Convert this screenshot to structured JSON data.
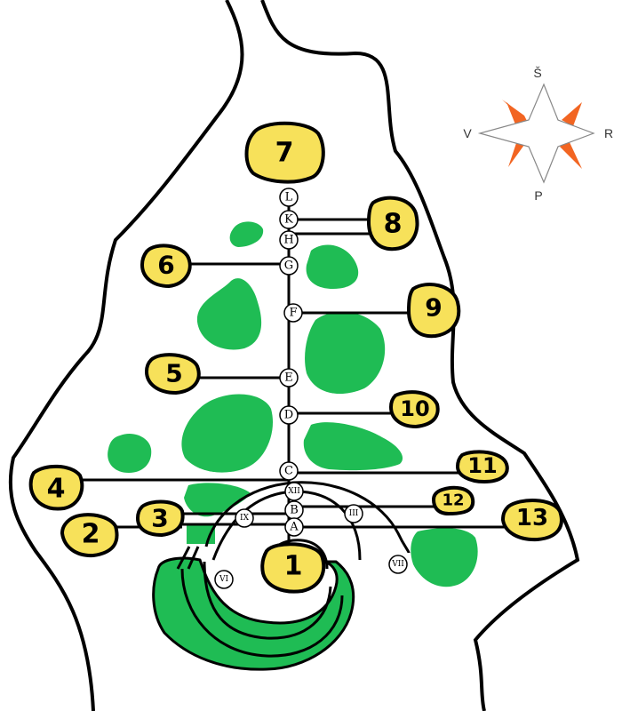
{
  "colors": {
    "spot_fill": "#f7e15a",
    "green_area": "#1fbc54",
    "line": "#000000",
    "compass_orange": "#f26522",
    "compass_white": "#ffffff"
  },
  "compass": {
    "north": "Š",
    "west": "V",
    "east": "R",
    "south": "P"
  },
  "nodes": {
    "L": "L",
    "K": "K",
    "H": "H",
    "G": "G",
    "F": "F",
    "E": "E",
    "D": "D",
    "C": "C",
    "XII": "XII",
    "B": "B",
    "A": "A",
    "IX": "IX",
    "III": "III",
    "VI": "VI",
    "VII": "VII"
  },
  "spots": {
    "s1": "1",
    "s2": "2",
    "s3": "3",
    "s4": "4",
    "s5": "5",
    "s6": "6",
    "s7": "7",
    "s8": "8",
    "s9": "9",
    "s10": "10",
    "s11": "11",
    "s12": "12",
    "s13": "13"
  }
}
